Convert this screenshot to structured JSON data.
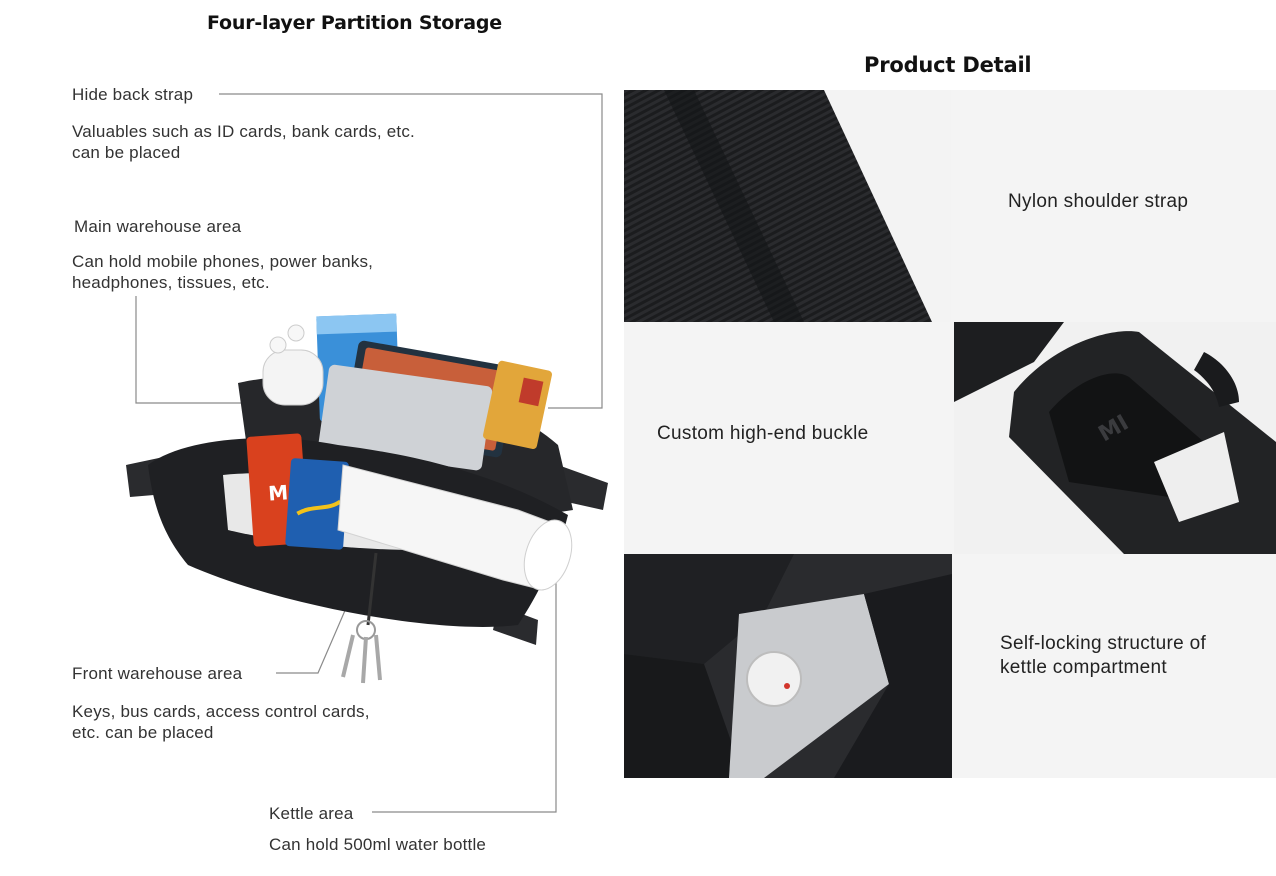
{
  "left": {
    "title": "Four-layer Partition Storage",
    "callouts": [
      {
        "label": "Hide back strap",
        "desc_line1": "Valuables such as ID cards, bank cards, etc.",
        "desc_line2": "can be placed"
      },
      {
        "label": "Main warehouse area",
        "desc_line1": "Can hold mobile phones, power banks,",
        "desc_line2": "headphones, tissues, etc."
      },
      {
        "label": "Front warehouse area",
        "desc_line1": "Keys, bus cards, access control cards,",
        "desc_line2": "etc. can be placed"
      },
      {
        "label": "Kettle area",
        "desc_line1": "Can hold 500ml water bottle"
      }
    ],
    "bag_logo": "MI"
  },
  "right": {
    "title": "Product Detail",
    "details": [
      {
        "caption_line1": "Nylon shoulder strap"
      },
      {
        "caption_line1": "Custom high-end buckle"
      },
      {
        "caption_line1": "Self-locking structure of",
        "caption_line2": "kettle compartment"
      }
    ],
    "buckle_logo": "MI"
  },
  "colors": {
    "bag": "#1e1f22",
    "panel": "#f4f4f4",
    "line": "#888888",
    "card_red": "#d9411e",
    "card_blue": "#1f5fb0"
  }
}
